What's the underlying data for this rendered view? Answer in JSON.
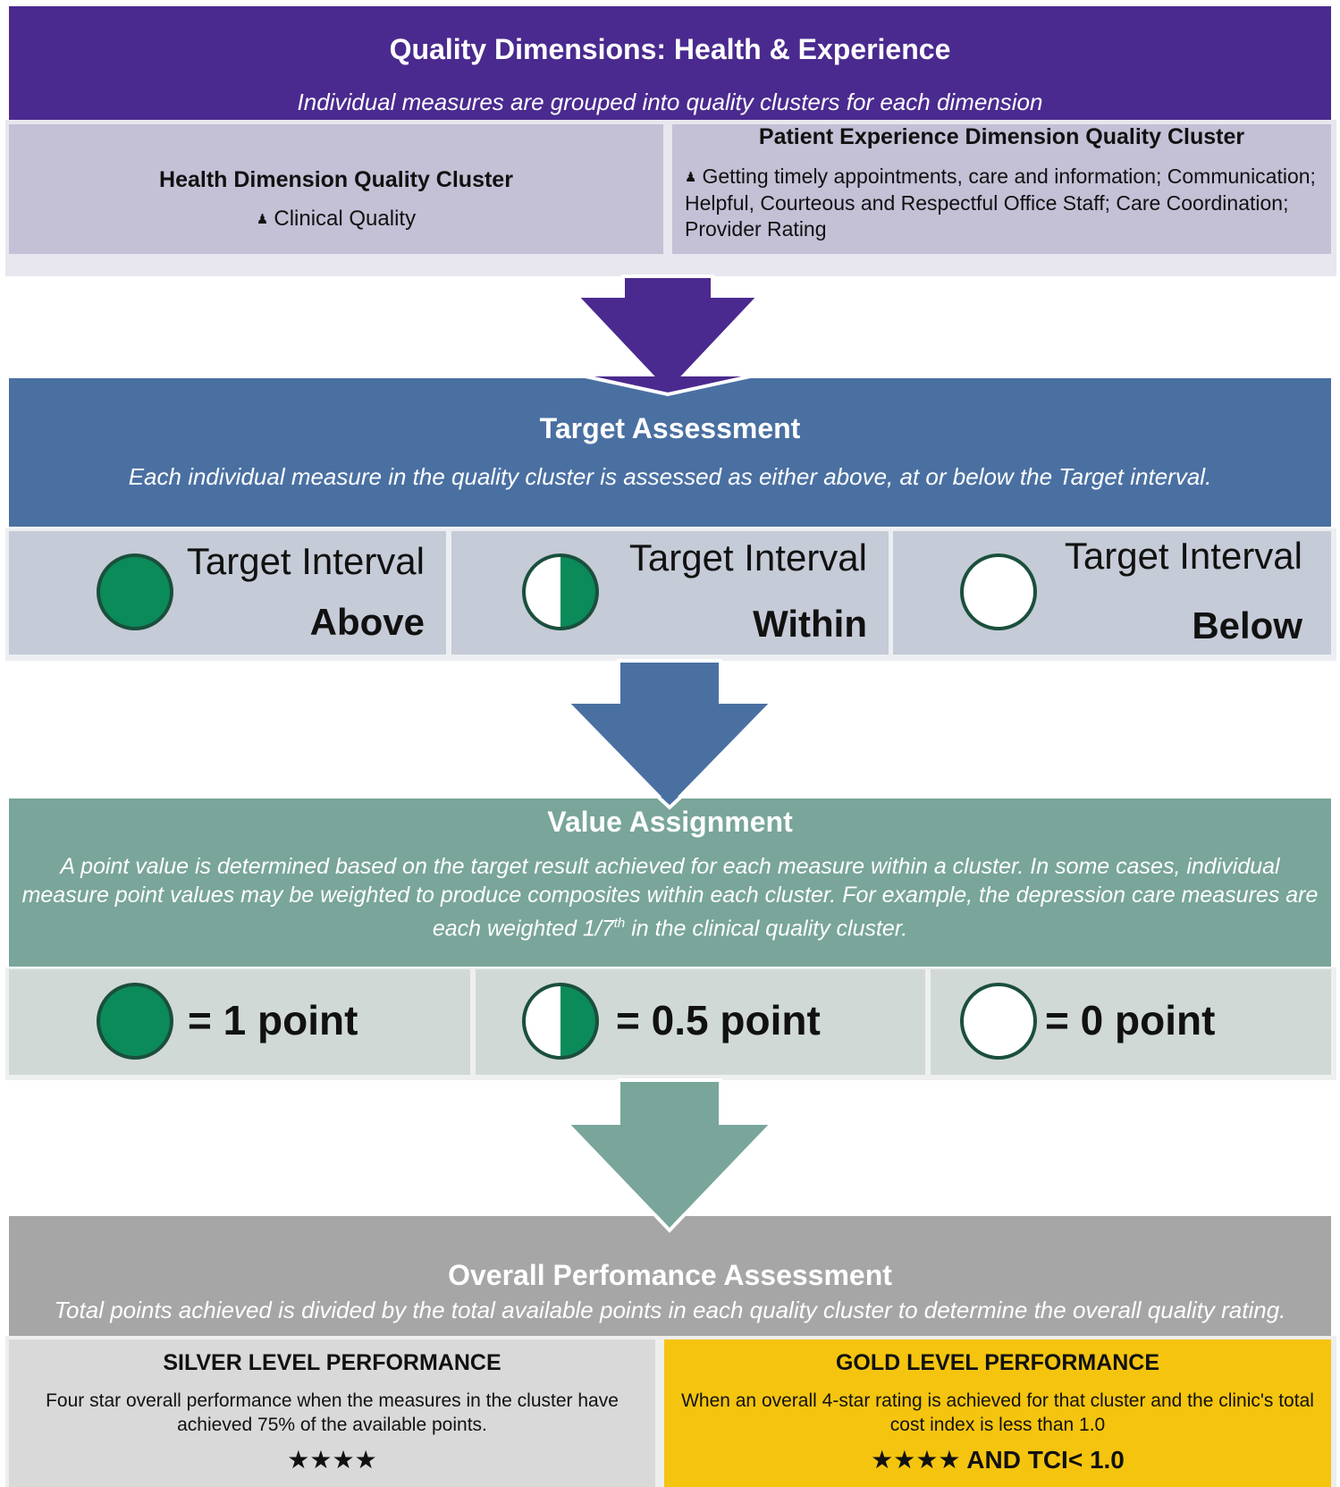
{
  "dimensions": {
    "title": "Quality Dimensions: Health & Experience",
    "subtitle": "Individual measures are  grouped into quality clusters  for each dimension",
    "health": {
      "title": "Health Dimension Quality Cluster",
      "items": [
        "Clinical Quality"
      ]
    },
    "patient": {
      "title": "Patient Experience Dimension Quality Cluster",
      "text": "Getting timely appointments, care and information; Communication; Helpful, Courteous and Respectful Office Staff; Care Coordination; Provider Rating"
    }
  },
  "target_assessment": {
    "title": "Target Assessment",
    "subtitle": "Each individual measure in the quality cluster is assessed as either above, at or below the Target interval.",
    "cells": [
      {
        "line1": "Target Interval",
        "line2": "Above",
        "fill": "full"
      },
      {
        "line1": "Target Interval",
        "line2": "Within",
        "fill": "half"
      },
      {
        "line1": "Target Interval",
        "line2": "Below",
        "fill": "empty"
      }
    ]
  },
  "value_assignment": {
    "title": "Value Assignment",
    "body_before_sup": "A  point value is determined based on the target result achieved  for each measure within a cluster.  In some cases, individual measure point values may be weighted to produce composites within each cluster. For example, the depression care measures are each weighted 1/7",
    "body_sup": "th",
    "body_after_sup": " in the clinical quality cluster.",
    "cells": [
      {
        "label": "= 1 point",
        "fill": "full"
      },
      {
        "label": "= 0.5 point",
        "fill": "half"
      },
      {
        "label": "= 0 point",
        "fill": "empty"
      }
    ]
  },
  "overall": {
    "title": "Overall Perfomance Assessment",
    "subtitle": "Total points achieved is divided by the total available points in each quality cluster to determine the overall quality rating.",
    "silver": {
      "title": "SILVER  LEVEL PERFORMANCE",
      "description": "Four star overall performance when the measures in the cluster have achieved 75% of the available points.",
      "stars": "★★★★"
    },
    "gold": {
      "title": "GOLD  LEVEL PERFORMANCE",
      "description": "When  an overall 4-star rating is achieved for that cluster and the clinic's total cost index is less than 1.0",
      "stars": "★★★★  AND  TCI< 1.0"
    }
  },
  "colors": {
    "purple": "#4a2a8f",
    "blue": "#4a70a2",
    "teal": "#79a59a",
    "gray": "#a6a6a6",
    "green_dot": "#0b8a5a",
    "gold": "#f4c40f"
  },
  "icons": {
    "bullet": "person-bullet-icon",
    "indicator_full": "filled-circle-icon",
    "indicator_half": "half-circle-icon",
    "indicator_empty": "empty-circle-icon",
    "stars": "star-icon"
  }
}
